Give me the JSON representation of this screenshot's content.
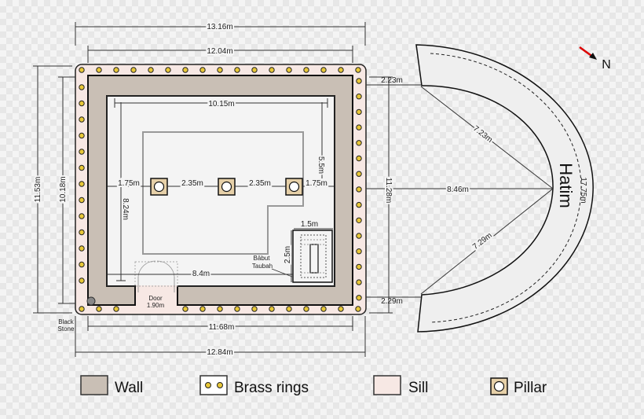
{
  "colors": {
    "wall": "#c9bfb5",
    "sill": "#f7e8e4",
    "brass_ring": "#e8c838",
    "pillar": "#e6d0a8",
    "hatim": "#efefef",
    "north_arrow": "#dd0000"
  },
  "north": {
    "label": "N",
    "icon": "north-arrow-icon"
  },
  "hatim": {
    "label": "Hatim"
  },
  "dimensions": {
    "outer_top": "13.16m",
    "inner_top": "12.04m",
    "interior_width": "10.15m",
    "left_outer": "11.53m",
    "left_inner": "10.18m",
    "right_inner": "11.28m",
    "pillar_gap_left": "1.75m",
    "pillar_gap_1": "2.35m",
    "pillar_gap_2": "2.35m",
    "pillar_gap_right": "1.75m",
    "interior_height": "8.24m",
    "pillar_to_back": "5.5m",
    "stair_width": "1.5m",
    "stair_length": "2.5m",
    "door_to_stairs": "8.4m",
    "bottom_inner": "11.68m",
    "bottom_outer": "12.84m",
    "hatim_gap_top": "2.23m",
    "hatim_gap_bottom": "2.29m",
    "hatim_radius_top": "7.23m",
    "hatim_radius_bottom": "7.29m",
    "hatim_center": "8.46m",
    "hatim_outer": "17.75m"
  },
  "labels": {
    "door_title": "Door",
    "door_width": "1.90m",
    "babut_taubah_1": "Bābut",
    "babut_taubah_2": "Taubah",
    "black_stone_1": "Black",
    "black_stone_2": "Stone"
  },
  "legend": [
    {
      "key": "wall",
      "label": "Wall"
    },
    {
      "key": "brass_rings",
      "label": "Brass rings"
    },
    {
      "key": "sill",
      "label": "Sill"
    },
    {
      "key": "pillar",
      "label": "Pillar"
    }
  ]
}
